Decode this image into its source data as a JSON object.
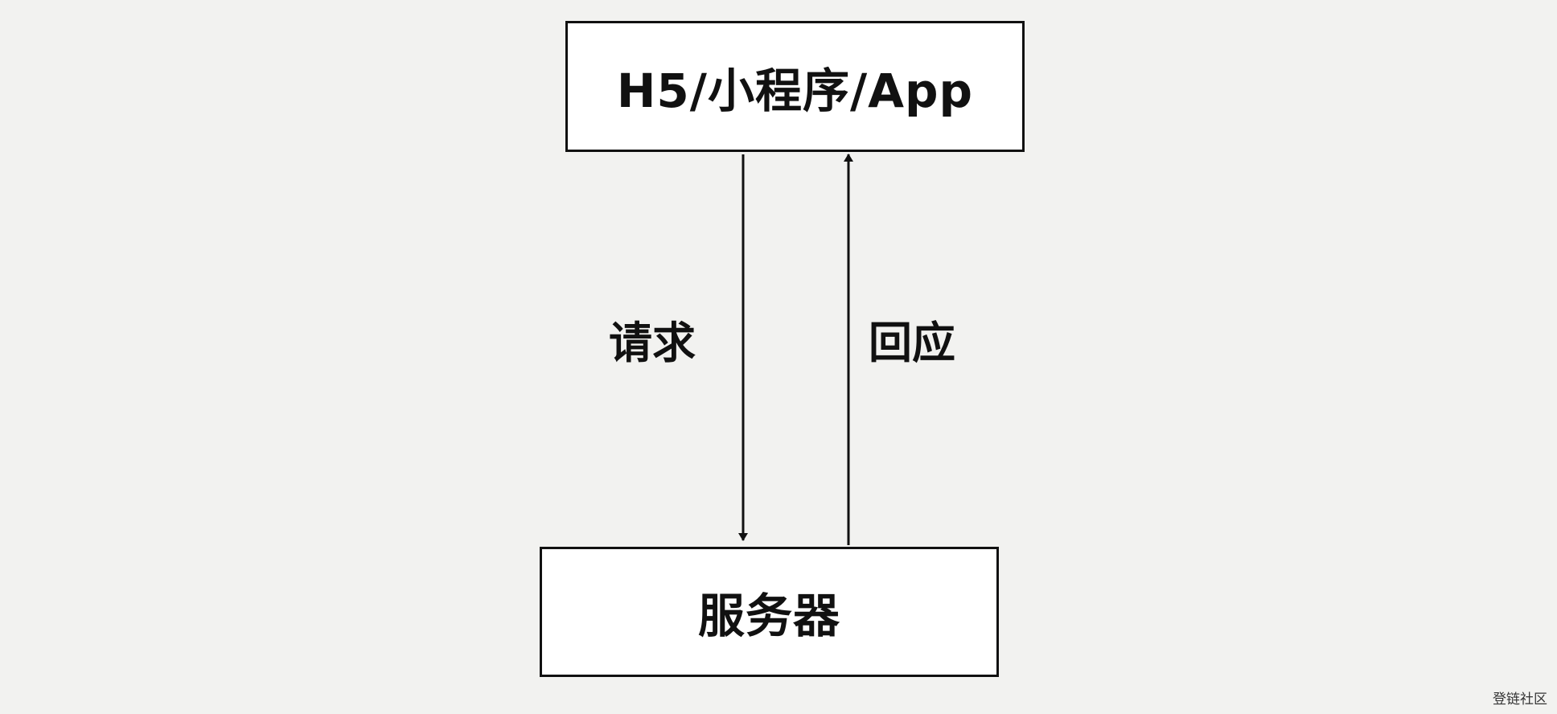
{
  "diagram": {
    "nodes": {
      "client": {
        "label": "H5/小程序/App"
      },
      "server": {
        "label": "服务器"
      }
    },
    "edges": {
      "request": {
        "label": "请求",
        "from": "client",
        "to": "server"
      },
      "response": {
        "label": "回应",
        "from": "server",
        "to": "client"
      }
    }
  },
  "watermark": {
    "text": "登链社区"
  },
  "colors": {
    "background": "#f2f2f0",
    "stroke": "#111111",
    "node_fill": "#ffffff"
  }
}
